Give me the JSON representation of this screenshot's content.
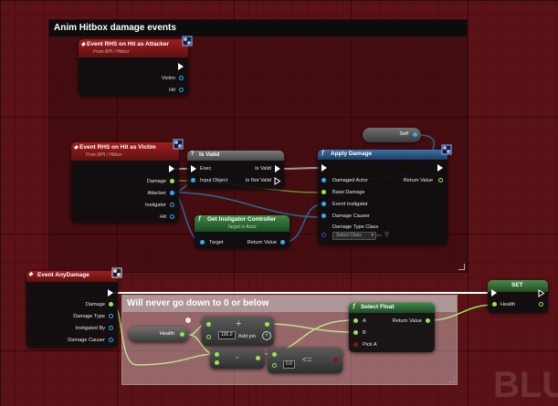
{
  "comments": {
    "top": {
      "title": "Anim Hitbox damage events"
    },
    "bottom": {
      "title": "Will never go down to 0 or below"
    }
  },
  "nodes": {
    "hit_attacker": {
      "title": "Event RHS on Hit as Attacker",
      "subtitle": "From BPI / Hitbox",
      "pins": {
        "victim": "Victim",
        "hit": "Hit"
      }
    },
    "hit_victim": {
      "title": "Event RHS on Hit as Victim",
      "subtitle": "From BPI / Hitbox",
      "pins": {
        "damage": "Damage",
        "attacker": "Attacker",
        "instigator": "Instigator",
        "hit": "Hit"
      }
    },
    "is_valid": {
      "title": "Is Valid",
      "pins": {
        "exec": "Exec",
        "input_object": "Input Object",
        "is_valid": "Is Valid",
        "is_not_valid": "Is Not Valid"
      }
    },
    "apply_damage": {
      "title": "Apply Damage",
      "pins": {
        "damaged_actor": "Damaged Actor",
        "base_damage": "Base Damage",
        "event_instigator": "Event Instigator",
        "damage_causer": "Damage Causer",
        "damage_type_class": "Damage Type Class",
        "return_value": "Return Value"
      },
      "select_class": "Select Class"
    },
    "self": {
      "title": "Self"
    },
    "get_instigator": {
      "title": "Get Instigator Controller",
      "subtitle": "Target is Actor",
      "pins": {
        "target": "Target",
        "return_value": "Return Value"
      }
    },
    "any_damage": {
      "title": "Event AnyDamage",
      "pins": {
        "damage": "Damage",
        "damage_type": "Damage Type",
        "instigated_by": "Instigated By",
        "damage_causer": "Damage Causer"
      }
    },
    "set": {
      "title": "SET",
      "pins": {
        "health": "Health"
      }
    },
    "health_get": {
      "title": "Health"
    },
    "select_float": {
      "title": "Select Float",
      "pins": {
        "a": "A",
        "b": "B",
        "pick_a": "Pick A",
        "return_value": "Return Value"
      }
    },
    "add": {
      "symbol": "+",
      "value": "100.0",
      "add_pin": "Add pin"
    },
    "subtract": {
      "symbol": "-"
    },
    "compare": {
      "symbol": "<=",
      "value": "0.0"
    }
  },
  "watermark": "BLU",
  "colors": {
    "background": "#5a1217",
    "event_header": "#8a1a1a",
    "function_header": "#2a5b8a",
    "pure_header": "#2d6b35",
    "float_pin": "#9de34b",
    "object_pin": "#33a9f0",
    "bool_pin": "#8d1212",
    "class_pin": "#6e2fb8",
    "exec_wire": "#ffffff"
  }
}
